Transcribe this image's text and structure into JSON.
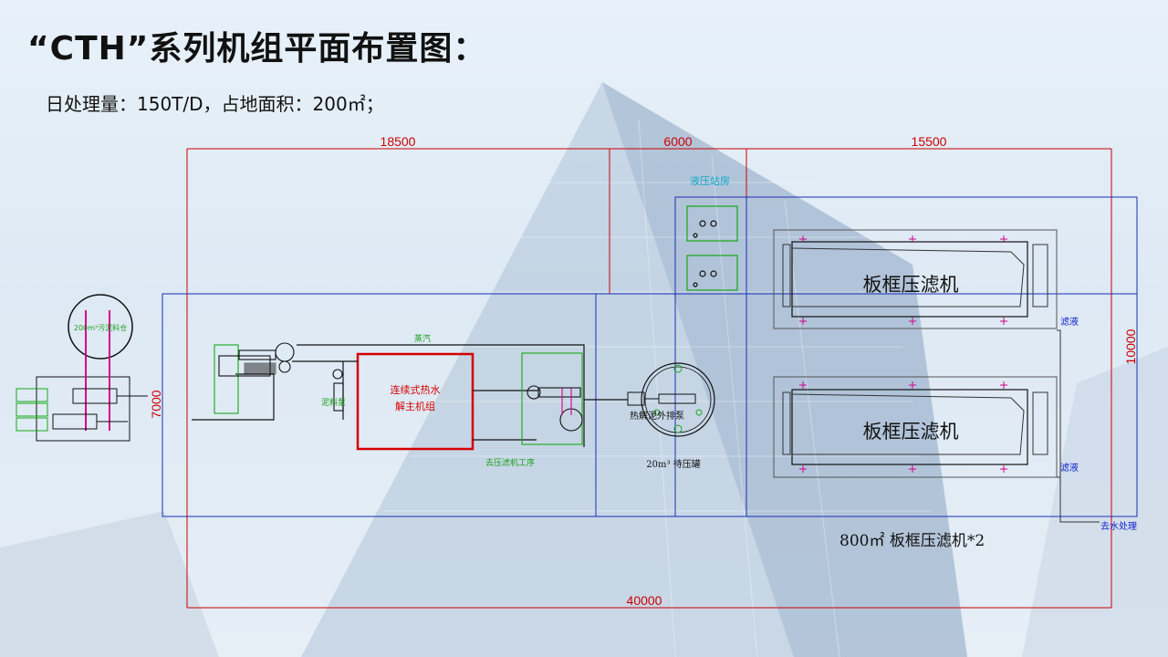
{
  "title": "“CTH”系列机组平面布置图：",
  "subtitle": {
    "daily_label": "日处理量：",
    "daily_value": "150T/D，",
    "area_label": "占地面积：",
    "area_value": "200㎡；"
  },
  "dimensions": {
    "top_1": "18500",
    "top_2": "6000",
    "top_3": "15500",
    "bottom_total": "40000",
    "left_height": "7000",
    "right_height": "10000"
  },
  "labels": {
    "hydraulic_station": "液压站房",
    "filter_press_1": "板框压滤机",
    "filter_press_2": "板框压滤机",
    "filtrate_1": "滤液",
    "filtrate_2": "滤液",
    "to_water_treatment": "去水处理",
    "filter_press_caption": "800㎡ 板框压滤机*2",
    "main_unit_line1": "连续式热水",
    "main_unit_line2": "解主机组",
    "steam": "蒸汽",
    "feed_pump": "泥料泵",
    "to_filter_press": "去压滤机工序",
    "tank": "20m³ 待压罐",
    "pump_label": "热解泥外排泵",
    "sludge_tank": "200m³污泥料仓"
  },
  "colors": {
    "dimension_line": "#cc0000",
    "blue_outline": "#1a2fb8",
    "red_unit": "#d40000",
    "green_equipment": "#18a818"
  }
}
